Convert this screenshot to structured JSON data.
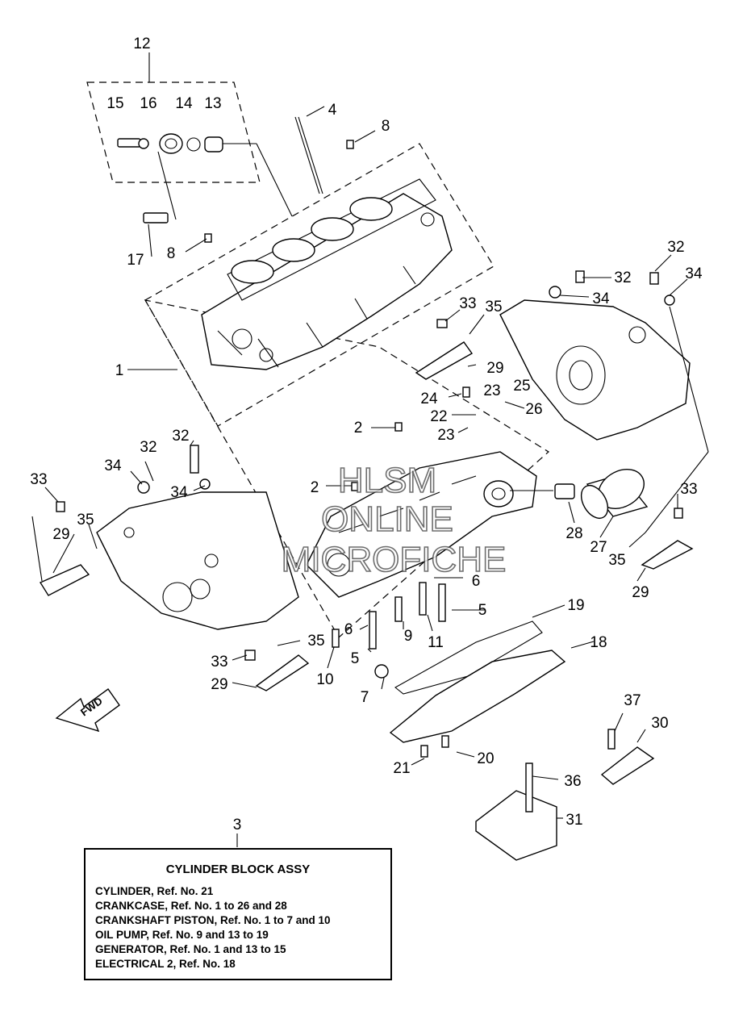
{
  "callouts": {
    "c1": "1",
    "c2a": "2",
    "c2b": "2",
    "c3": "3",
    "c4": "4",
    "c5a": "5",
    "c5b": "5",
    "c6a": "6",
    "c6b": "6",
    "c7": "7",
    "c8a": "8",
    "c8b": "8",
    "c9": "9",
    "c10": "10",
    "c11": "11",
    "c12": "12",
    "c13": "13",
    "c14": "14",
    "c15": "15",
    "c16": "16",
    "c17": "17",
    "c18": "18",
    "c19": "19",
    "c20": "20",
    "c21": "21",
    "c22": "22",
    "c23a": "23",
    "c23b": "23",
    "c24": "24",
    "c25": "25",
    "c26": "26",
    "c27": "27",
    "c28": "28",
    "c29a": "29",
    "c29b": "29",
    "c29c": "29",
    "c29d": "29",
    "c30": "30",
    "c31": "31",
    "c32a": "32",
    "c32b": "32",
    "c32c": "32",
    "c32d": "32",
    "c33a": "33",
    "c33b": "33",
    "c33c": "33",
    "c33d": "33",
    "c34a": "34",
    "c34b": "34",
    "c34c": "34",
    "c34d": "34",
    "c35a": "35",
    "c35b": "35",
    "c35c": "35",
    "c35d": "35",
    "c36": "36",
    "c37": "37"
  },
  "fwd_label": "FWD",
  "watermark": {
    "line1": "HLSM",
    "line2": "ONLINE",
    "line3": "MICROFICHE"
  },
  "legend": {
    "title": "CYLINDER BLOCK ASSY",
    "lines": [
      "CYLINDER,  Ref. No. 21",
      "CRANKCASE,  Ref. No. 1 to 26 and 28",
      "CRANKSHAFT PISTON,  Ref. No. 1 to 7 and 10",
      "OIL PUMP,  Ref. No. 9 and 13 to 19",
      "GENERATOR,  Ref. No. 1 and 13 to 15",
      "ELECTRICAL 2,  Ref. No. 18"
    ]
  }
}
